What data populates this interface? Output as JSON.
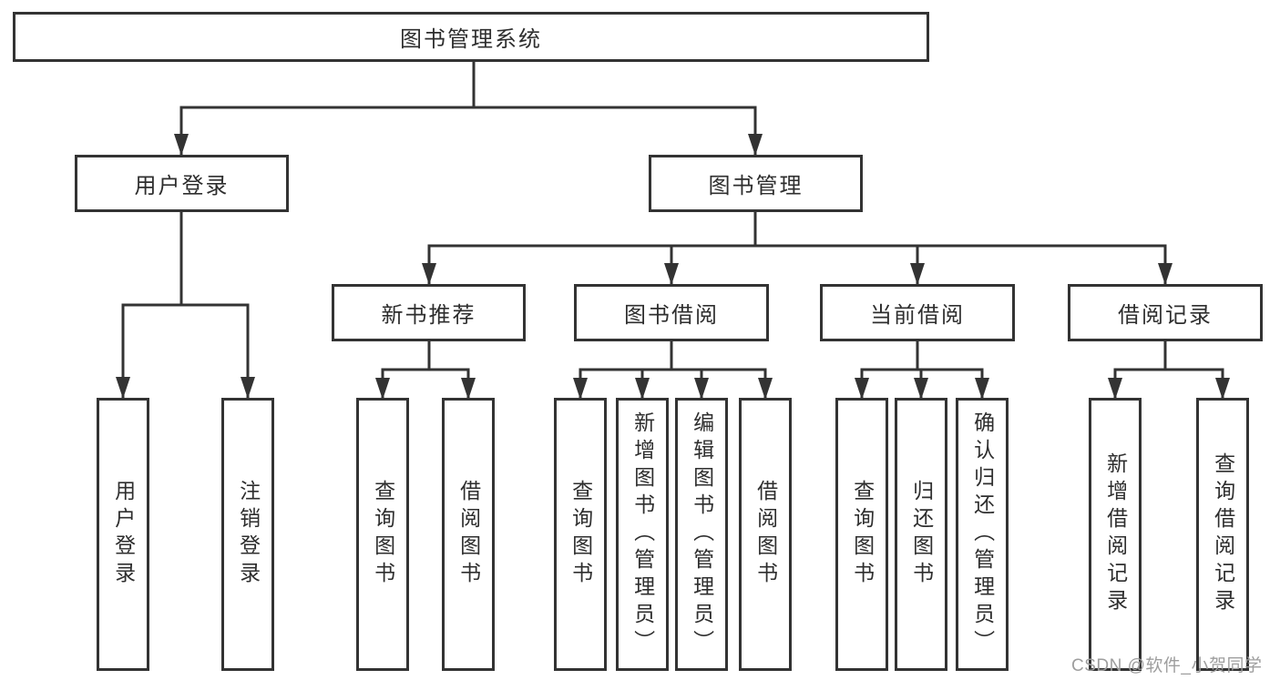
{
  "diagram_title": "图书管理系统",
  "tree": {
    "root": "图书管理系统",
    "level1": [
      "用户登录",
      "图书管理"
    ],
    "level2": [
      "新书推荐",
      "图书借阅",
      "当前借阅",
      "借阅记录"
    ],
    "leaves_user": [
      "用户登录",
      "注销登录"
    ],
    "leaves_newbook": [
      "查询图书",
      "借阅图书"
    ],
    "leaves_bookborrow": [
      "查询图书",
      "新增图书（管理员）",
      "编辑图书（管理员）",
      "借阅图书"
    ],
    "leaves_current": [
      "查询图书",
      "归还图书",
      "确认归还（管理员）"
    ],
    "leaves_record": [
      "新增借阅记录",
      "查询借阅记录"
    ]
  },
  "watermark": "CSDN @软件_小贺同学",
  "colors": {
    "line": "#333333",
    "box_border": "#333333",
    "text": "#2e2e2e",
    "background": "#ffffff",
    "watermark": "#9e9e9e"
  }
}
